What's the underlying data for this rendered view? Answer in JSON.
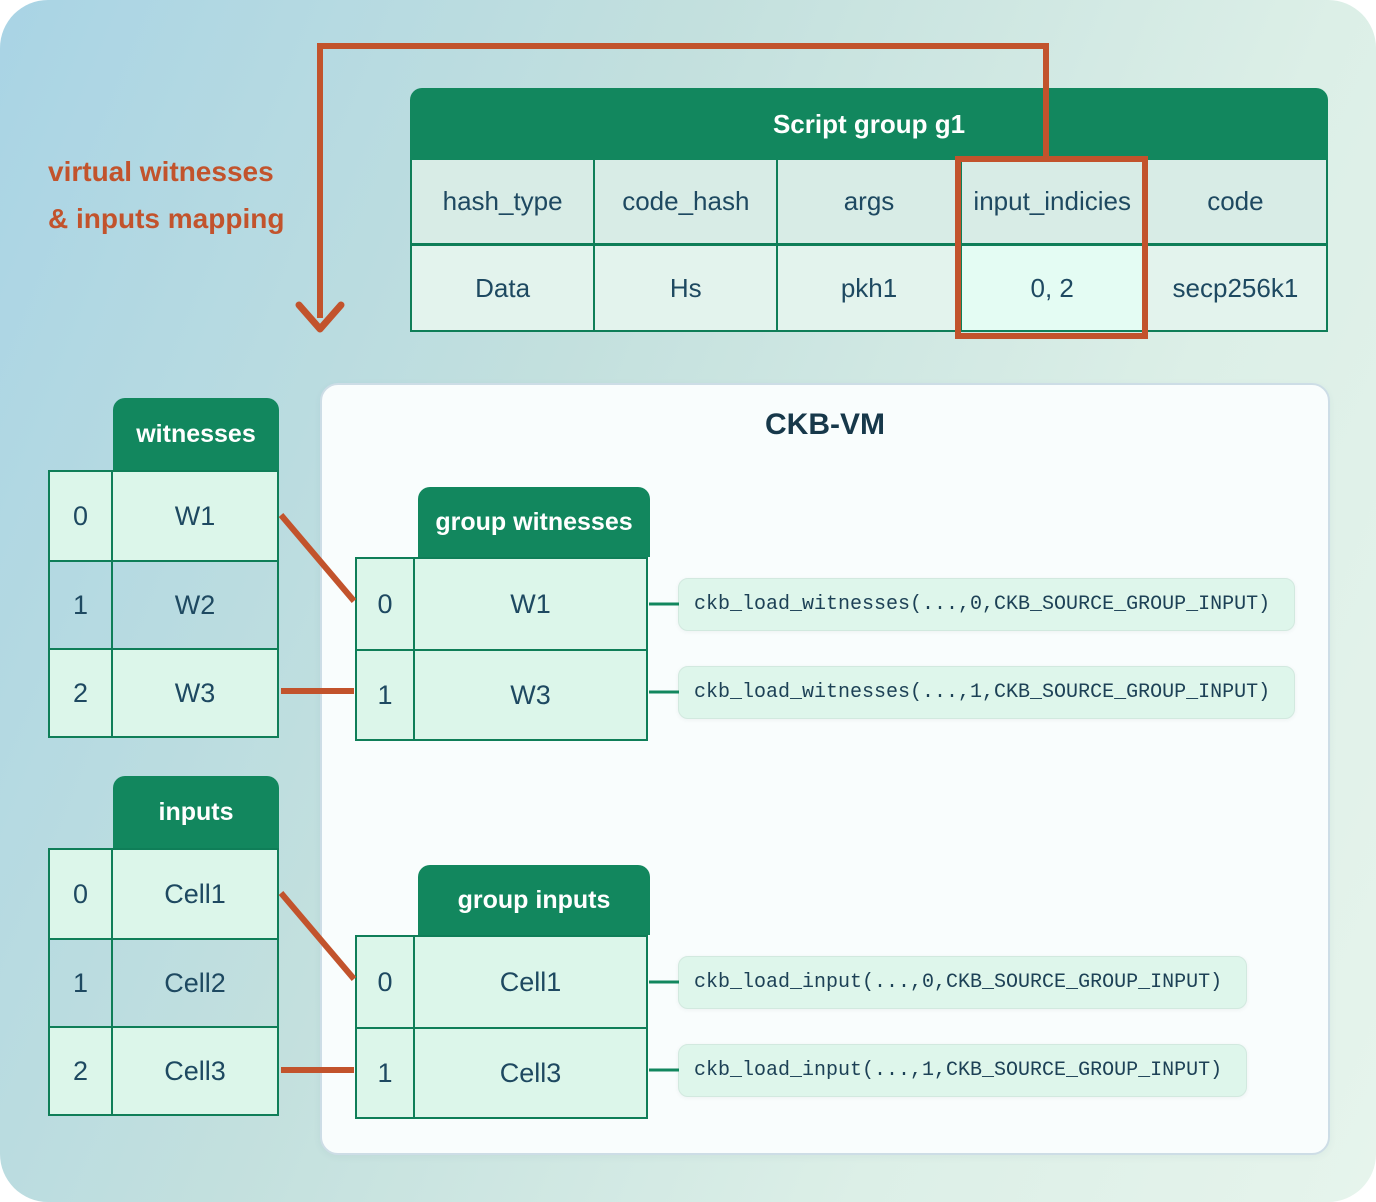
{
  "annotation": {
    "line1": "virtual witnesses",
    "line2": "& inputs mapping"
  },
  "script_group_table": {
    "title": "Script group g1",
    "columns": [
      "hash_type",
      "code_hash",
      "args",
      "input_indicies",
      "code"
    ],
    "row": [
      "Data",
      "Hs",
      "pkh1",
      "0, 2",
      "secp256k1"
    ],
    "highlighted_column": "input_indicies"
  },
  "witnesses_table": {
    "title": "witnesses",
    "rows": [
      {
        "index": "0",
        "value": "W1",
        "in_group": true
      },
      {
        "index": "1",
        "value": "W2",
        "in_group": false
      },
      {
        "index": "2",
        "value": "W3",
        "in_group": true
      }
    ]
  },
  "inputs_table": {
    "title": "inputs",
    "rows": [
      {
        "index": "0",
        "value": "Cell1",
        "in_group": true
      },
      {
        "index": "1",
        "value": "Cell2",
        "in_group": false
      },
      {
        "index": "2",
        "value": "Cell3",
        "in_group": true
      }
    ]
  },
  "vm_panel": {
    "title": "CKB-VM",
    "group_witnesses": {
      "title": "group witnesses",
      "rows": [
        {
          "index": "0",
          "value": "W1",
          "call": "ckb_load_witnesses(...,0,CKB_SOURCE_GROUP_INPUT)"
        },
        {
          "index": "1",
          "value": "W3",
          "call": "ckb_load_witnesses(...,1,CKB_SOURCE_GROUP_INPUT)"
        }
      ]
    },
    "group_inputs": {
      "title": "group inputs",
      "rows": [
        {
          "index": "0",
          "value": "Cell1",
          "call": "ckb_load_input(...,0,CKB_SOURCE_GROUP_INPUT)"
        },
        {
          "index": "1",
          "value": "Cell3",
          "call": "ckb_load_input(...,1,CKB_SOURCE_GROUP_INPUT)"
        }
      ]
    }
  },
  "colors": {
    "header_green": "#12875e",
    "border_green": "#0f7e58",
    "accent_orange": "#c2532c",
    "text_navy": "#1e4961",
    "cell_mint": "#dcf6ea",
    "panel_bg": "#f9fdfd"
  }
}
